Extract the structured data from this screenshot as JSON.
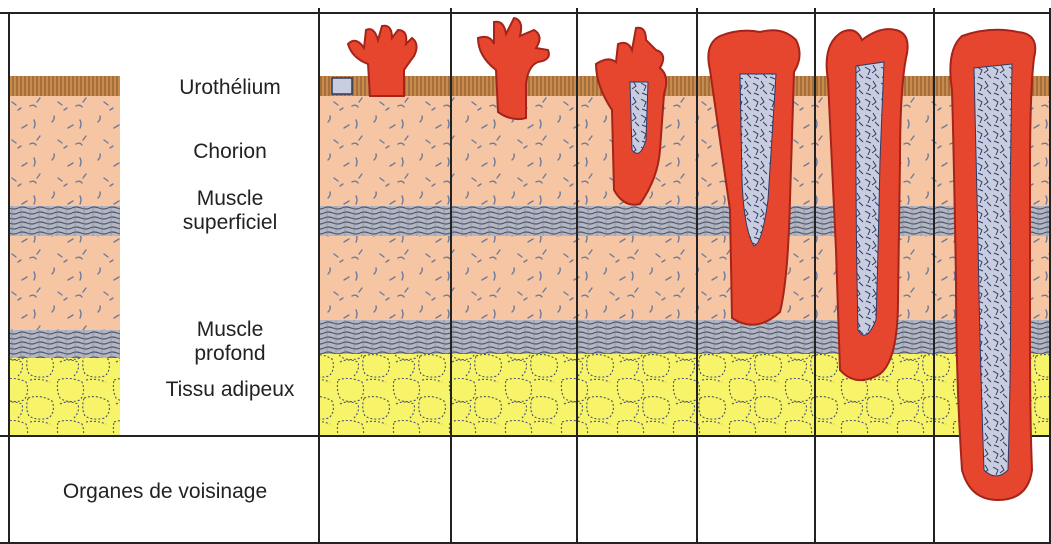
{
  "layers": {
    "urothelium": "Urothélium",
    "chorion": "Chorion",
    "muscle_superficiel": [
      "Muscle",
      "superficiel"
    ],
    "muscle_profond": [
      "Muscle",
      "profond"
    ],
    "tissu_adipeux": "Tissu adipeux",
    "organes_voisinage": "Organes de voisinage"
  },
  "colors": {
    "urothelium": "#c98a4e",
    "chorion": "#f6c6a4",
    "muscle": "#a7adba",
    "fat": "#f7f46a",
    "tumor": "#e6462d",
    "tumor_core": "#c8cde0",
    "grid": "#222222"
  }
}
